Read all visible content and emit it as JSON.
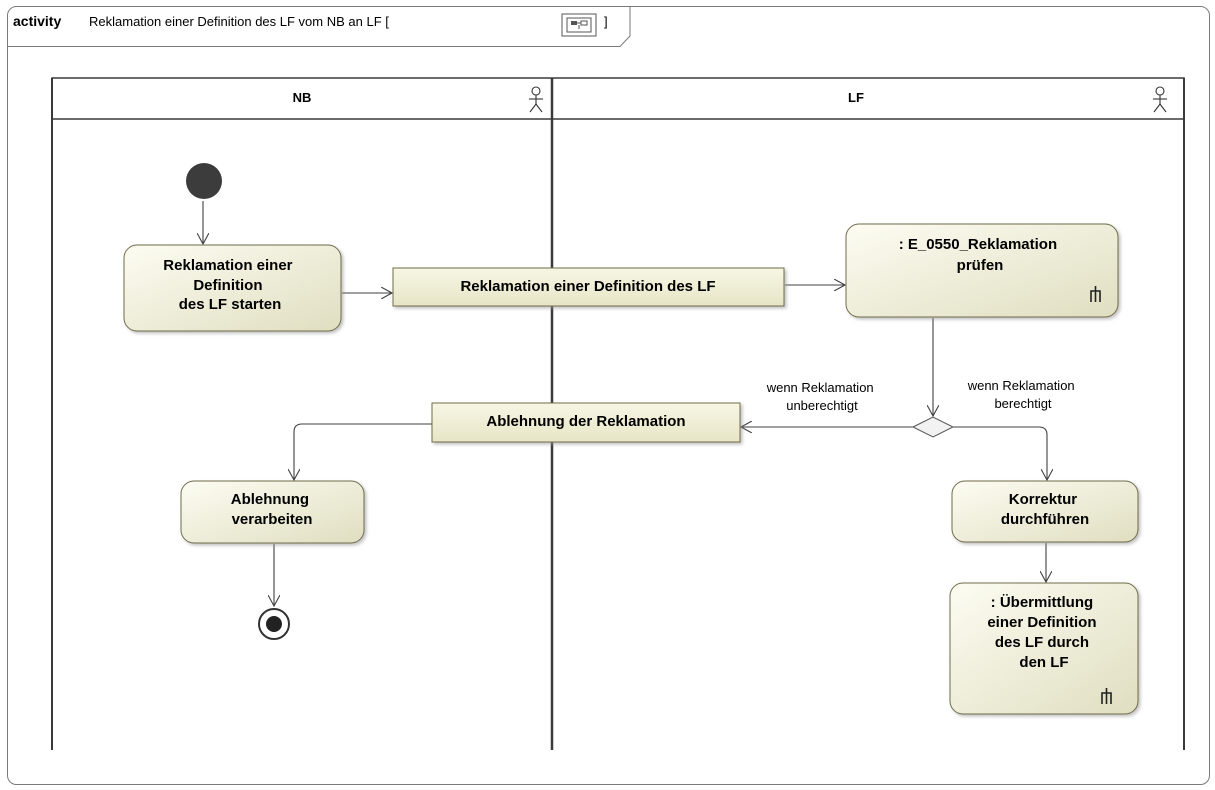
{
  "frame": {
    "keyword": "activity",
    "name": "Reklamation einer Definition des LF vom NB an LF [",
    "name_close": "]",
    "diagram_icon": "diagram-icon"
  },
  "lanes": [
    {
      "label": "NB",
      "icon": "actor-icon"
    },
    {
      "label": "LF",
      "icon": "actor-icon"
    }
  ],
  "actions": {
    "start_reklamation": [
      "Reklamation einer",
      "Definition",
      "des LF starten"
    ],
    "pruefen": [
      ": E_0550_Reklamation",
      "prüfen"
    ],
    "ablehnung_verarbeiten": [
      "Ablehnung",
      "verarbeiten"
    ],
    "korrektur": [
      "Korrektur",
      "durchführen"
    ],
    "uebermittlung": [
      ": Übermittlung",
      "einer Definition",
      "des LF durch",
      "den LF"
    ]
  },
  "objects": {
    "reklamation_definition": "Reklamation einer Definition des LF",
    "ablehnung": "Ablehnung der Reklamation"
  },
  "guards": {
    "unberechtigt": [
      "wenn Reklamation",
      "unberechtigt"
    ],
    "berechtigt": [
      "wenn Reklamation",
      "berechtigt"
    ]
  },
  "colors": {
    "action_fill_top": "#fbfbef",
    "action_fill_bottom": "#e2e0c4",
    "action_stroke": "#6f6c4a",
    "object_fill": "#f0eed2",
    "line": "#404040"
  }
}
